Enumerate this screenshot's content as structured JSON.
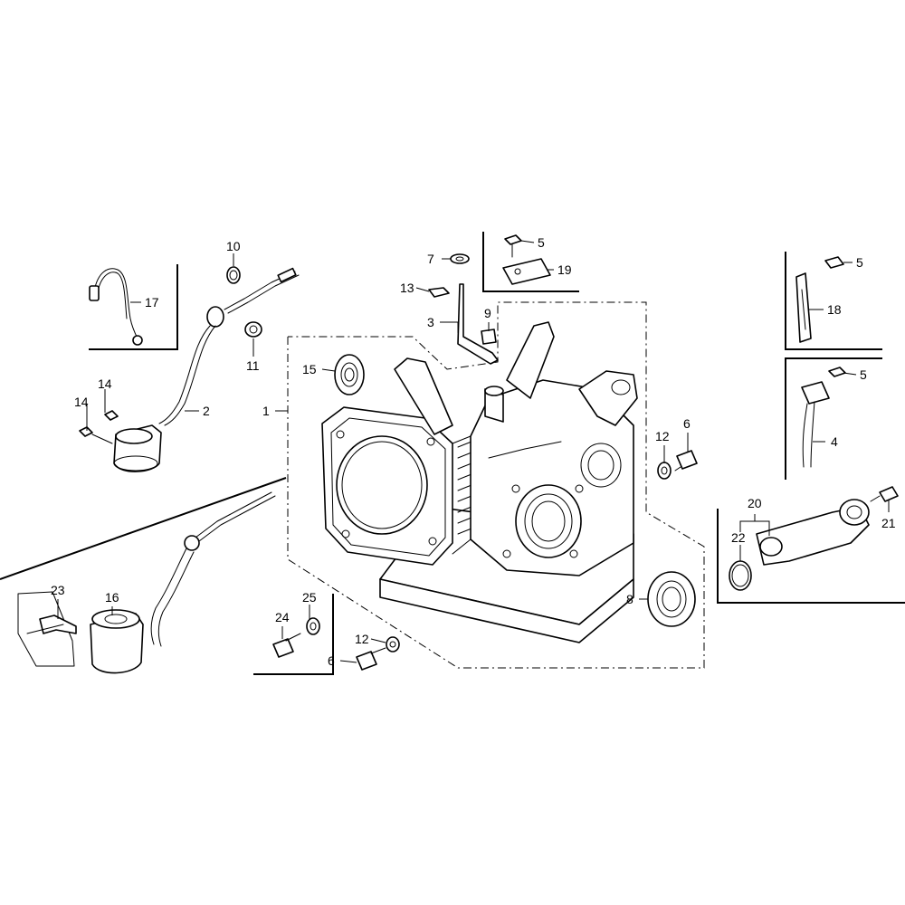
{
  "labels": {
    "p1": "1",
    "p2": "2",
    "p3": "3",
    "p4": "4",
    "p5a": "5",
    "p5b": "5",
    "p5c": "5",
    "p6a": "6",
    "p6b": "6",
    "p7": "7",
    "p8": "8",
    "p9": "9",
    "p10": "10",
    "p11": "11",
    "p12a": "12",
    "p12b": "12",
    "p13": "13",
    "p14a": "14",
    "p14b": "14",
    "p15": "15",
    "p16": "16",
    "p17": "17",
    "p18": "18",
    "p19": "19",
    "p20": "20",
    "p21": "21",
    "p22": "22",
    "p23": "23",
    "p24": "24",
    "p25": "25"
  }
}
